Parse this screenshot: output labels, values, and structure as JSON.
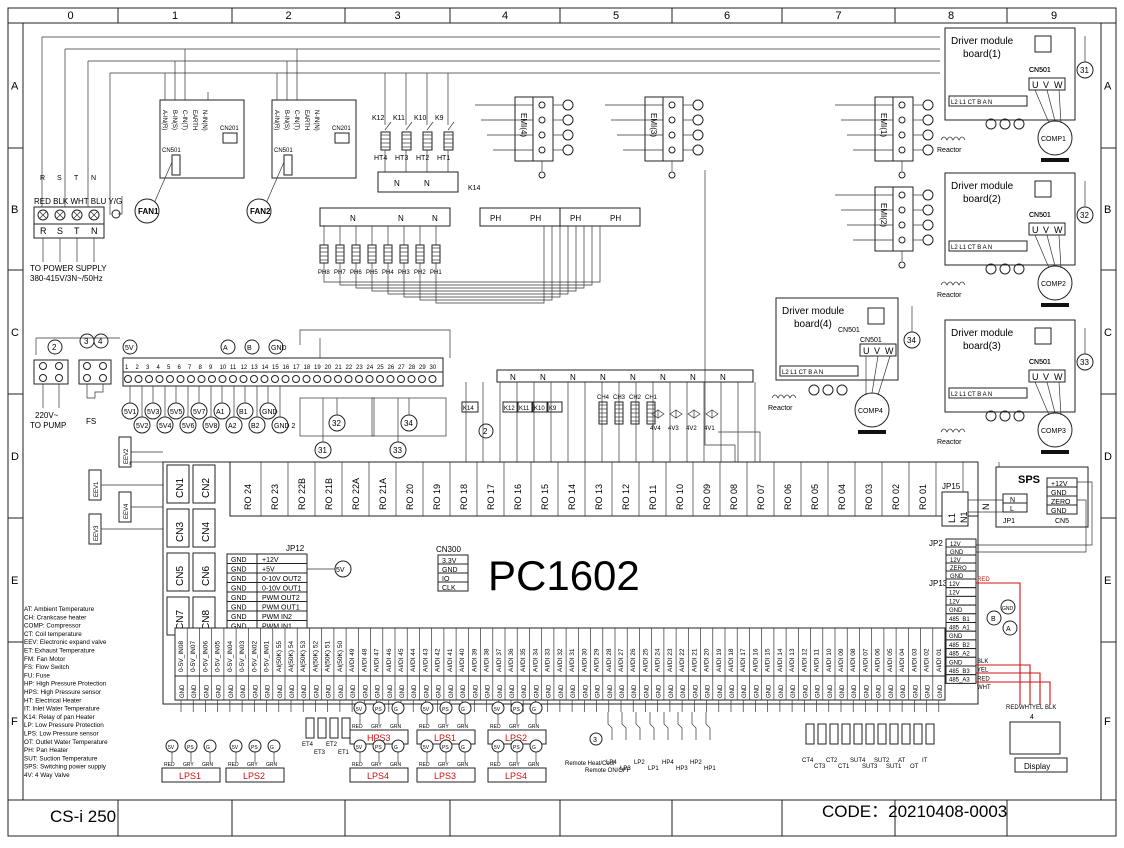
{
  "frame": {
    "columns": [
      "0",
      "1",
      "2",
      "3",
      "4",
      "5",
      "6",
      "7",
      "8",
      "9"
    ],
    "rows": [
      "A",
      "B",
      "C",
      "D",
      "E",
      "F"
    ]
  },
  "mainboard": {
    "title": "PC1602",
    "relay_outputs": [
      "RO 24",
      "RO 23",
      "RO 22B",
      "RO 21B",
      "RO 22A",
      "RO 21A",
      "RO 20",
      "RO 19",
      "RO 18",
      "RO 17",
      "RO 16",
      "RO 15",
      "RO 14",
      "RO 13",
      "RO 12",
      "RO 11",
      "RO 10",
      "RO 09",
      "RO 08",
      "RO 07",
      "RO 06",
      "RO 05",
      "RO 04",
      "RO 03",
      "RO 02",
      "RO 01",
      "L",
      "N"
    ],
    "left_connectors": [
      "CN1",
      "CN2",
      "CN3",
      "CN4",
      "CN5",
      "CN6",
      "CN7",
      "CN8"
    ],
    "jp12": {
      "label": "JP12",
      "rows": [
        [
          "GND",
          "+12V"
        ],
        [
          "GND",
          "+5V"
        ],
        [
          "GND",
          "0-10V OUT2"
        ],
        [
          "GND",
          "0-10V OUT1"
        ],
        [
          "GND",
          "PWM OUT2"
        ],
        [
          "GND",
          "PWM OUT1"
        ],
        [
          "GND",
          "PWM IN2"
        ],
        [
          "GND",
          "PWM IN1"
        ]
      ]
    },
    "cn300": {
      "label": "CN300",
      "rows": [
        "3.3V",
        "GND",
        "IO",
        "CLK"
      ]
    },
    "jp2": {
      "label": "JP2",
      "rows": [
        "12V",
        "GND",
        "12V",
        "ZERO",
        "GND"
      ]
    },
    "jp13": {
      "label": "JP13",
      "rows": [
        "12V",
        "12V",
        "12V",
        "GND",
        "485_B1",
        "485_A1",
        "GND",
        "485_B2",
        "485_A2",
        "GND",
        "485_B3",
        "485_A3"
      ]
    },
    "jp15": {
      "label": "JP15",
      "rows": [
        "L1",
        "N1"
      ]
    },
    "inputs": [
      "0-5V_IN08",
      "0-5V_IN07",
      "0-5V_IN06",
      "0-5V_IN05",
      "0-5V_IN04",
      "0-5V_IN03",
      "0-5V_IN02",
      "0-5V_IN01",
      "AI(50K) 55",
      "AI(50K) 54",
      "AI(50K) 53",
      "AI(50K) 52",
      "AI(50K) 51",
      "AI(50K) 50",
      "AI/DI 49",
      "AI/DI 48",
      "AI/DI 47",
      "AI/DI 46",
      "AI/DI 45",
      "AI/DI 44",
      "AI/DI 43",
      "AI/DI 42",
      "AI/DI 41",
      "AI/DI 40",
      "AI/DI 39",
      "AI/DI 38",
      "AI/DI 37",
      "AI/DI 36",
      "AI/DI 35",
      "AI/DI 34",
      "AI/DI 33",
      "AI/DI 32",
      "AI/DI 31",
      "AI/DI 30",
      "AI/DI 29",
      "AI/DI 28",
      "AI/DI 27",
      "AI/DI 26",
      "AI/DI 25",
      "AI/DI 24",
      "AI/DI 23",
      "AI/DI 22",
      "AI/DI 21",
      "AI/DI 20",
      "AI/DI 19",
      "AI/DI 18",
      "AI/DI 17",
      "AI/DI 16",
      "AI/DI 15",
      "AI/DI 14",
      "AI/DI 13",
      "AI/DI 12",
      "AI/DI 11",
      "AI/DI 10",
      "AI/DI 09",
      "AI/DI 08",
      "AI/DI 07",
      "AI/DI 06",
      "AI/DI 05",
      "AI/DI 04",
      "AI/DI 03",
      "AI/DI 02",
      "AI/DI 01"
    ],
    "gnd": "GND"
  },
  "sps": {
    "title": "SPS",
    "rows": [
      "+12V",
      "GND",
      "ZERO",
      "GND"
    ],
    "in": [
      "N",
      "L"
    ],
    "jp1": "JP1",
    "cn5": "CN5"
  },
  "driver_boards": [
    {
      "title": "Driver module",
      "sub": "board(1)",
      "cn": "CN501",
      "comp": "COMP1",
      "ref": "31",
      "reactor": "Reactor"
    },
    {
      "title": "Driver module",
      "sub": "board(2)",
      "cn": "CN501",
      "comp": "COMP2",
      "ref": "32",
      "reactor": "Reactor"
    },
    {
      "title": "Driver module",
      "sub": "board(3)",
      "cn": "CN501",
      "comp": "COMP3",
      "ref": "33",
      "reactor": "Reactor"
    },
    {
      "title": "Driver module",
      "sub": "board(4)",
      "cn": "CN501",
      "comp": "COMP4",
      "ref": "34",
      "reactor": "Reactor"
    }
  ],
  "emi": [
    "EMI(4)",
    "EMI(3)",
    "EMI(1)",
    "EMI(2)"
  ],
  "fans": [
    {
      "label": "FAN1",
      "cn": "CN501",
      "cn2": "CN201"
    },
    {
      "label": "FAN2",
      "cn": "CN501",
      "cn2": "CN201"
    }
  ],
  "power": {
    "wire_colors": [
      "RED",
      "BLK",
      "WHT",
      "BLU",
      "Y/G"
    ],
    "terminals": [
      "R",
      "S",
      "T",
      "N"
    ],
    "line1": "TO POWER SUPPLY",
    "line2": "380-415V/3N~/50Hz",
    "pump1": "220V~",
    "pump2": "TO PUMP",
    "fs": "FS"
  },
  "relays": [
    "K12",
    "K11",
    "K10",
    "K9"
  ],
  "heaters": [
    "HT4",
    "HT3",
    "HT2",
    "HT1"
  ],
  "k14": "K14",
  "pan_heaters": [
    "PH8",
    "PH7",
    "PH6",
    "PH5",
    "PH4",
    "PH3",
    "PH2",
    "PH1"
  ],
  "crankcase": [
    "CH4",
    "CH3",
    "CH2",
    "CH1"
  ],
  "valves": [
    "4V4",
    "4V3",
    "4V2",
    "4V1"
  ],
  "eev": [
    "EEV2",
    "EEV1",
    "EEV4",
    "EEV3"
  ],
  "sensor_circles": [
    "5V1",
    "5V3",
    "5V5",
    "5V7",
    "A1",
    "B1",
    "GND",
    "5V2",
    "5V4",
    "5V6",
    "5V8",
    "A2",
    "B2",
    "GND 2"
  ],
  "top_circle_labels": [
    "5V",
    "A",
    "B",
    "GND"
  ],
  "bottom": {
    "groups": [
      "LPS1",
      "LPS2",
      "HPS3",
      "LPS1",
      "LPS2",
      "LPS4",
      "LPS3",
      "LPS4"
    ],
    "sensor_pin": [
      "5V",
      "PS",
      "G"
    ],
    "wire_cols": [
      "RED",
      "GRY",
      "GRN"
    ],
    "temps_left": [
      "ET4",
      "ET3",
      "ET2",
      "ET1"
    ],
    "remote": [
      "Remote Heat/Cool",
      "Remote ON/OFF"
    ],
    "lp_hp": [
      "LP4",
      "LP3",
      "LP2",
      "LP1",
      "HP4",
      "HP3",
      "HP2",
      "HP1"
    ],
    "temps_right": [
      "CT4",
      "CT3",
      "CT2",
      "CT1",
      "SUT4",
      "SUT3",
      "SUT2",
      "SUT1",
      "AT",
      "OT",
      "IT"
    ],
    "display": "Display",
    "display_wires": [
      "RED",
      "WHT",
      "YEL",
      "BLK"
    ],
    "rs485": [
      "BLK",
      "YEL",
      "RED",
      "WHT"
    ]
  },
  "legend": [
    "AT: Ambient Temperature",
    "CH: Crankcase heater",
    "COMP: Compressor",
    "CT: Coil temperature",
    "EEV: Electronic expand valve",
    "ET: Exhaust Temperature",
    "FM: Fan Motor",
    "FS: Flow Switch",
    "FU: Fuse",
    "HP: High Pressure Protection",
    "HPS: High Pressure sensor",
    "HT: Electrical Heater",
    "IT: Inlet Water Temperature",
    "K14: Relay of pan Heater",
    "LP: Low Pressure Protection",
    "LPS: Low Pressure sensor",
    "OT: Outlet Water Temperature",
    "PH: Pan Heater",
    "SUT: Suction Temperature",
    "SPS: Switching power supply",
    "4V: 4 Way Valve"
  ],
  "model": "CS-i 250",
  "code": "CODE：20210408-0003"
}
